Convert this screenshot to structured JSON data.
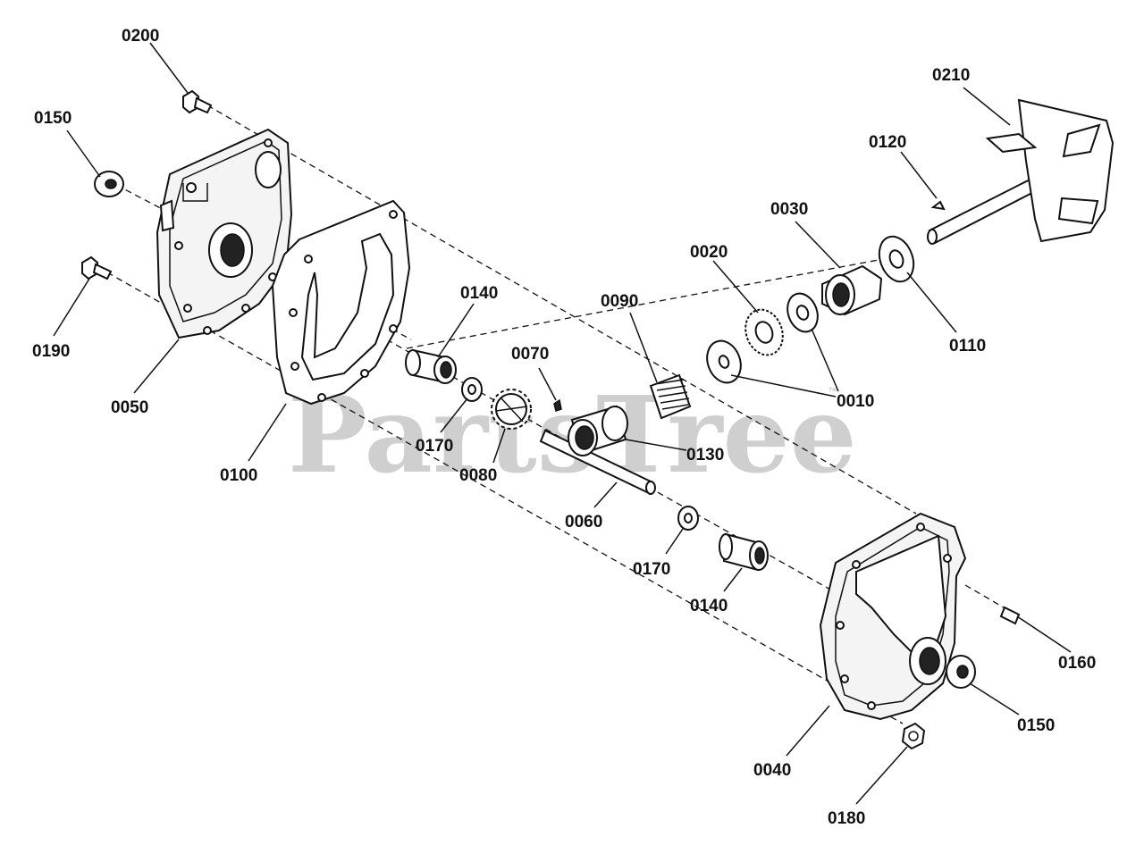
{
  "watermark": "PartsTree",
  "trademark": "™",
  "labels": {
    "p0010": "0010",
    "p0020": "0020",
    "p0030": "0030",
    "p0040": "0040",
    "p0050": "0050",
    "p0060": "0060",
    "p0070": "0070",
    "p0080": "0080",
    "p0090": "0090",
    "p0100": "0100",
    "p0110": "0110",
    "p0120": "0120",
    "p0130": "0130",
    "p0140_upper": "0140",
    "p0140_lower": "0140",
    "p0150_left": "0150",
    "p0150_right": "0150",
    "p0160": "0160",
    "p0170_upper": "0170",
    "p0170_lower": "0170",
    "p0180": "0180",
    "p0190": "0190",
    "p0200": "0200",
    "p0210": "0210"
  }
}
